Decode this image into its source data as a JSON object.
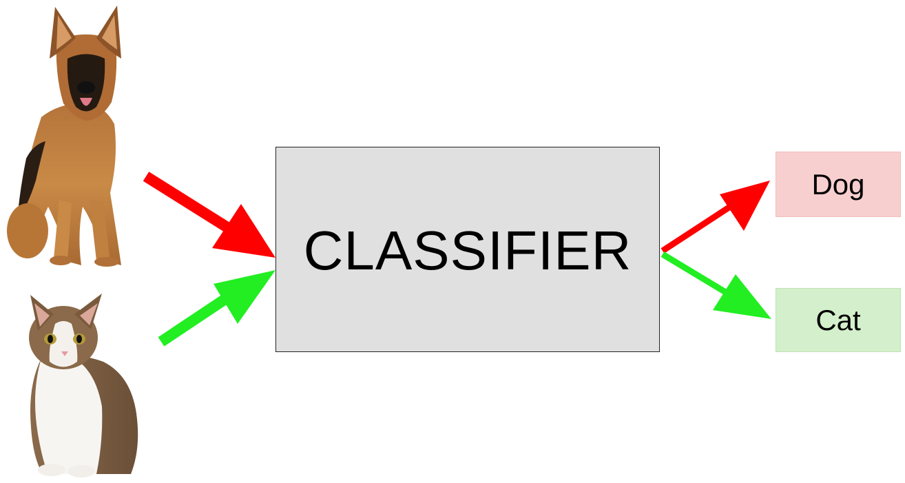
{
  "classifier": {
    "label": "CLASSIFIER",
    "fill": "#e0e0e0"
  },
  "outputs": [
    {
      "label": "Dog",
      "fill": "#f8cfcf"
    },
    {
      "label": "Cat",
      "fill": "#d3efcb"
    }
  ],
  "inputs": [
    {
      "subject": "dog-photo"
    },
    {
      "subject": "cat-photo"
    }
  ],
  "arrow_colors": {
    "red": "#ff0000",
    "green": "#22ee22"
  }
}
